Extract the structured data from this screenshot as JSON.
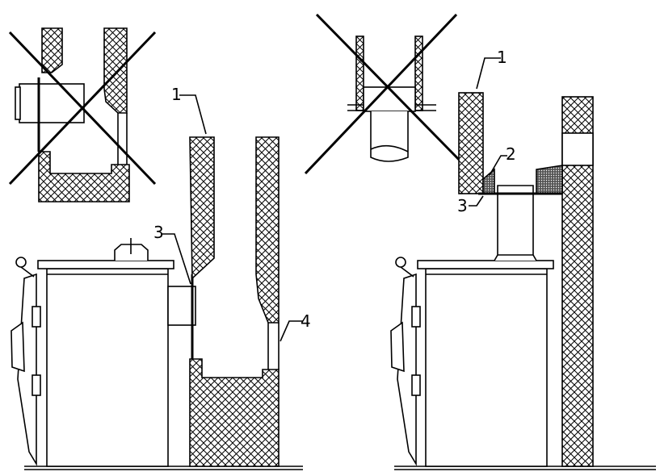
{
  "callouts": {
    "left_top": "1",
    "left_mid": "3",
    "left_side": "4",
    "right_top": "1",
    "right_mid": "2",
    "right_low": "3"
  },
  "colors": {
    "line": "#000000",
    "hatch": "#000000",
    "background": "#ffffff"
  },
  "icons": [
    "cross-out-mark"
  ]
}
